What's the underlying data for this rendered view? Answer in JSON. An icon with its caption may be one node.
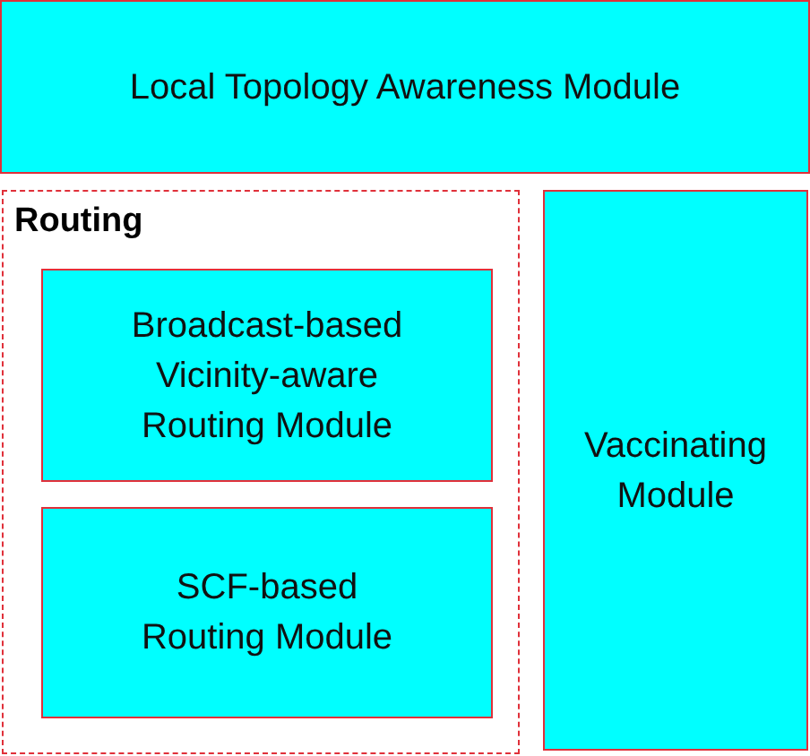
{
  "diagram": {
    "nodes": [
      {
        "text": [
          "Local Topology Awareness Module"
        ]
      },
      {
        "text": [
          "Routing"
        ]
      },
      {
        "text": [
          "Broadcast-based Vicinity-aware Routing Module"
        ],
        "in": 1
      },
      {
        "text": [
          "SCF-based Routing Module"
        ],
        "in": 1
      },
      {
        "text": [
          "Vaccinating Module"
        ]
      }
    ]
  }
}
